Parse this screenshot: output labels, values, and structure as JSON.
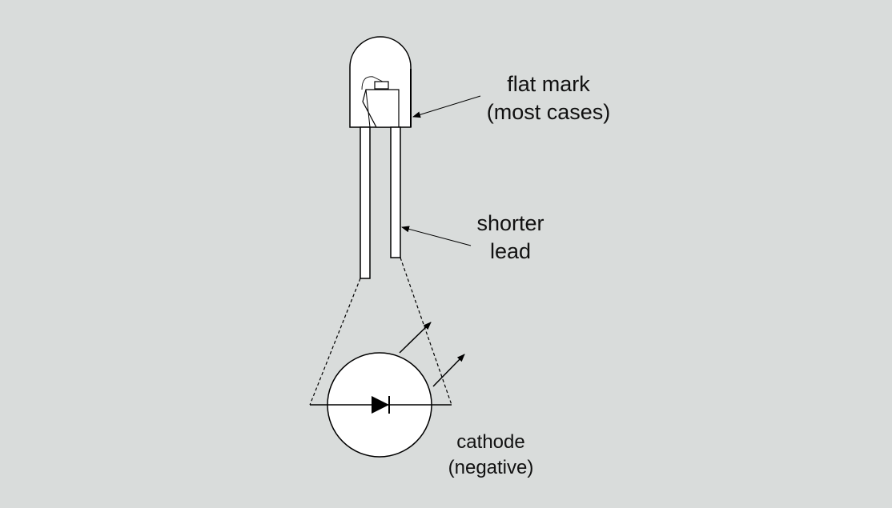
{
  "diagram": {
    "labels": {
      "flat_mark": {
        "line1": "flat mark",
        "line2": "(most cases)"
      },
      "shorter_lead": {
        "line1": "shorter",
        "line2": "lead"
      },
      "cathode": {
        "line1": "cathode",
        "line2": "(negative)"
      }
    },
    "colors": {
      "background": "#d9dcdb",
      "fill": "#ffffff",
      "stroke": "#000000"
    }
  }
}
